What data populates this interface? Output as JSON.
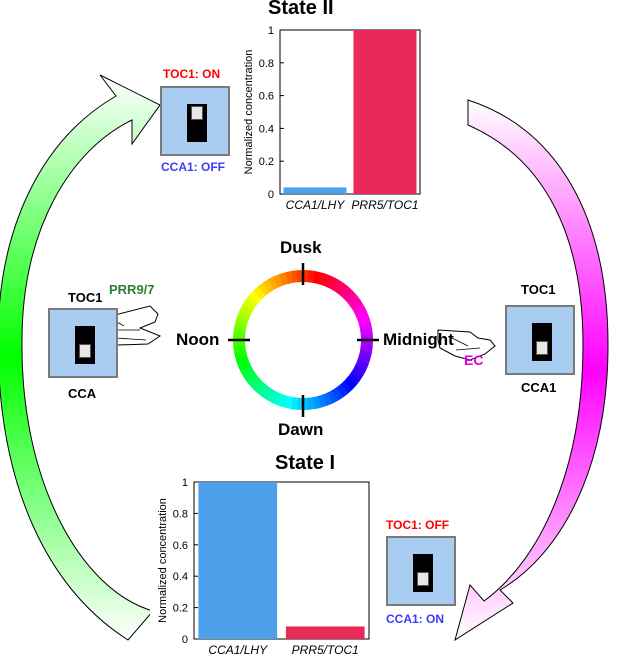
{
  "colors": {
    "green_arrow": "#00ff00",
    "magenta_arrow": "#ff00ff",
    "cca_bar": "#4ea0ea",
    "toc_bar": "#e92a58",
    "on_label_red": "#ff0000",
    "off_label_blue": "#3a3aff",
    "prr_label": "#2e7d32",
    "ec_label": "#e000e0",
    "switch_fill": "#a9cdf0"
  },
  "clock": {
    "labels": {
      "top": "Dusk",
      "bottom": "Dawn",
      "left": "Noon",
      "right": "Midnight"
    }
  },
  "state2": {
    "title": "State II",
    "switch_top": "TOC1: ON",
    "switch_bottom": "CCA1: OFF"
  },
  "state1": {
    "title": "State I",
    "switch_top": "TOC1: OFF",
    "switch_bottom": "CCA1: ON"
  },
  "left_switch": {
    "top": "TOC1",
    "bottom": "CCA",
    "hand_label": "PRR9/7"
  },
  "right_switch": {
    "top": "TOC1",
    "bottom": "CCA1",
    "hand_label": "EC"
  },
  "icons": [
    "hand-icon",
    "toggle-switch-icon",
    "curved-arrow-icon",
    "color-wheel-icon"
  ],
  "chart_data": [
    {
      "type": "bar",
      "title": "State II",
      "categories": [
        "CCA1/LHY",
        "PRR5/TOC1"
      ],
      "values": [
        0.04,
        1.0
      ],
      "ylabel": "Normalized concentration",
      "ylim": [
        0,
        1
      ],
      "yticks": [
        "0",
        "0.2",
        "0.4",
        "0.6",
        "0.8",
        "1"
      ],
      "grid": false
    },
    {
      "type": "bar",
      "title": "State I",
      "categories": [
        "CCA1/LHY",
        "PRR5/TOC1"
      ],
      "values": [
        1.0,
        0.08
      ],
      "ylabel": "Normalized concentration",
      "ylim": [
        0,
        1
      ],
      "yticks": [
        "0",
        "0.2",
        "0.4",
        "0.6",
        "0.8",
        "1"
      ],
      "grid": false
    }
  ]
}
